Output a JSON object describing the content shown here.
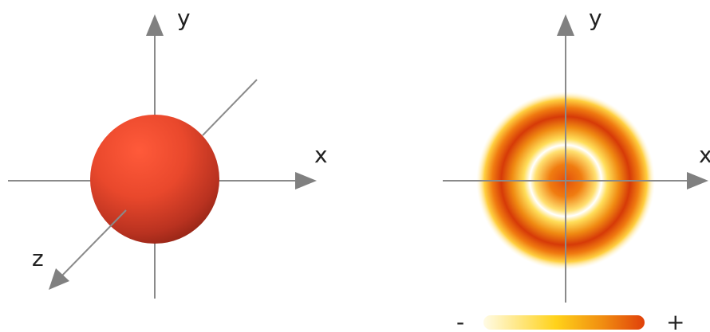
{
  "left_diagram": {
    "axis_labels": {
      "x": "x",
      "y": "y",
      "z": "z"
    },
    "sphere_color": "#e8492e",
    "axis_color": "#808080"
  },
  "right_diagram": {
    "axis_labels": {
      "x": "x",
      "y": "y"
    },
    "ring_colors": [
      "#d83c08",
      "#f07b12",
      "#fff5c0",
      "#ffffff"
    ],
    "colorbar": {
      "min_label": "-",
      "max_label": "+",
      "gradient": [
        "#fffbe6",
        "#ffd21a",
        "#f08a10",
        "#e0400a"
      ]
    }
  }
}
